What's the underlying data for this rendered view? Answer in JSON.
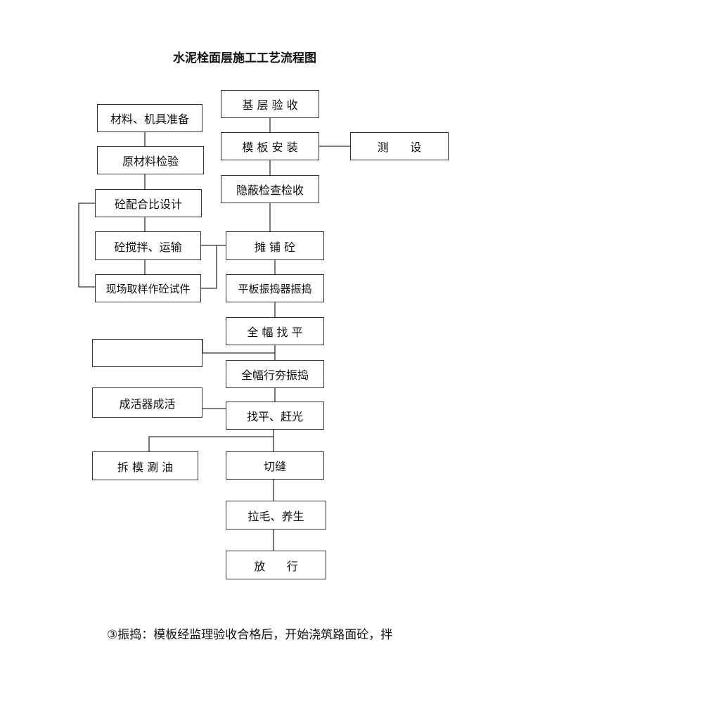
{
  "title": "水泥栓面层施工工艺流程图",
  "nodes": {
    "base_accept": "基 层 验 收",
    "formwork": "模 板 安 装",
    "survey": "测      设",
    "hidden_check": "隐蔽检查检收",
    "spread": "摊 铺 砼",
    "plate_vib": "平板振捣器振捣",
    "level_full": "全 幅 找 平",
    "blank": "",
    "row_vib": "全幅行夯振捣",
    "level_polish": "找平、赶光",
    "cut": "切缝",
    "roughen": "拉毛、养生",
    "release": "放      行",
    "materials": "材料、机具准备",
    "raw_check": "原材料检验",
    "mix_design": "砼配合比设计",
    "mix_transport": "砼搅拌、运输",
    "sample": "现场取样作砼试件",
    "finish_tool": "成活器成活",
    "demold": "拆 模 涮 油"
  },
  "footer": "③振捣：模板经监理验收合格后，开始浇筑路面砼，拌"
}
